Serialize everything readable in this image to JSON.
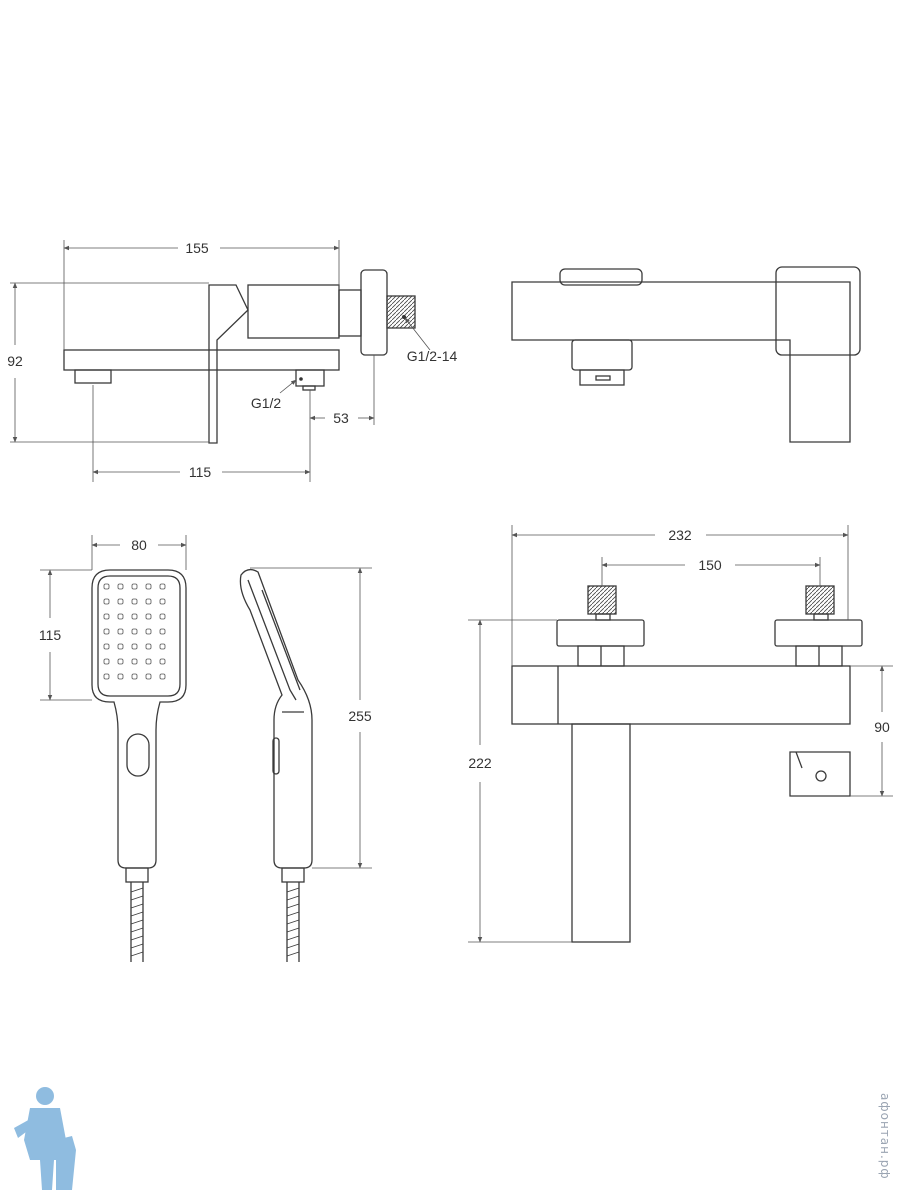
{
  "dimensions": {
    "side_width": "155",
    "side_height": "92",
    "thread_inlet": "G1/2-14",
    "thread_outlet": "G1/2",
    "side_offset": "53",
    "side_spout": "115",
    "head_width": "80",
    "head_height": "115",
    "shower_length": "255",
    "front_width": "232",
    "inlet_spacing": "150",
    "front_height": "222",
    "front_body_height": "90"
  },
  "watermark": "афонтан.рф",
  "colors": {
    "line": "#3a3a3a",
    "dim_line": "#555555",
    "logo": "#6aa6d6"
  }
}
